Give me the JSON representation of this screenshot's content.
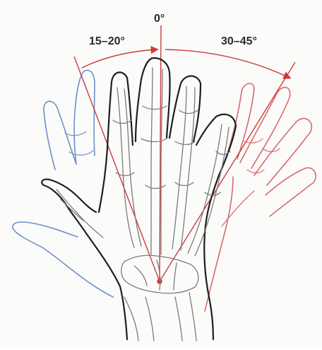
{
  "labels": {
    "center_angle": "0°",
    "radial_deviation": "15–20°",
    "ulnar_deviation": "30–45°"
  },
  "colors": {
    "outline": "#1e1e1e",
    "bone": "#7a7a7a",
    "radial_hand": "#6f90c8",
    "ulnar_hand": "#d86a6a",
    "angle_lines": "#cc3b3b"
  }
}
